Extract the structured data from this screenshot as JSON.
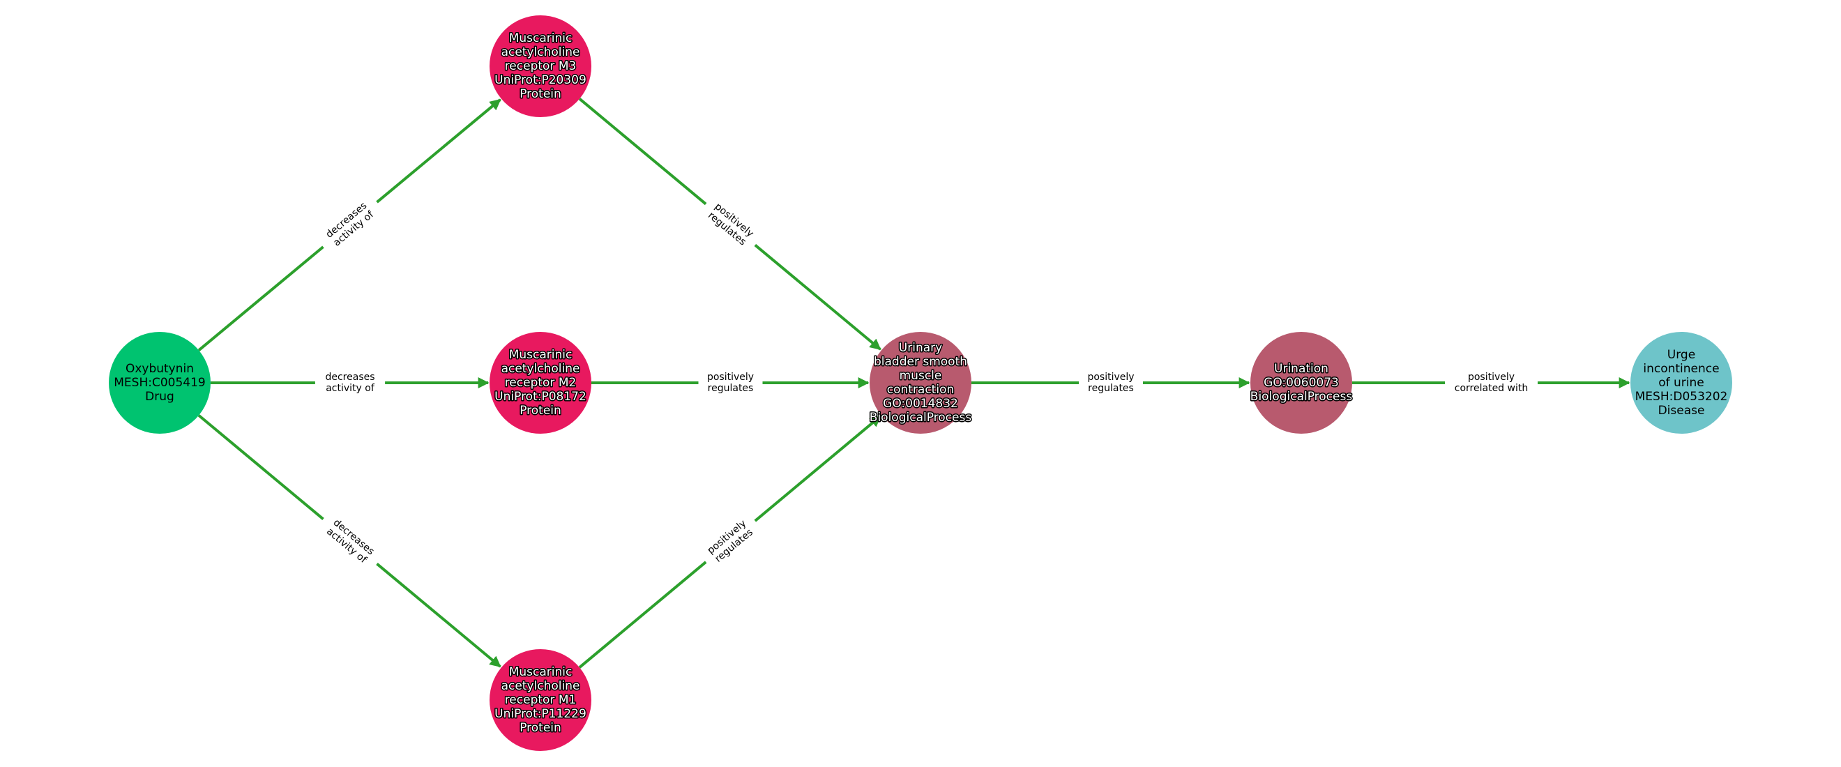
{
  "colors": {
    "edge": "#2ca02c",
    "Drug": "#00c370",
    "Protein": "#e8195f",
    "BiologicalProcess": "#b85a6e",
    "Disease": "#6ec4c9"
  },
  "nodes": [
    {
      "id": "oxy",
      "type": "Drug",
      "lines": [
        "Oxybutynin",
        "MESH:C005419",
        "Drug"
      ]
    },
    {
      "id": "m3",
      "type": "Protein",
      "lines": [
        "Muscarinic",
        "acetylcholine",
        "receptor M3",
        "UniProt:P20309",
        "Protein"
      ]
    },
    {
      "id": "m2",
      "type": "Protein",
      "lines": [
        "Muscarinic",
        "acetylcholine",
        "receptor M2",
        "UniProt:P08172",
        "Protein"
      ]
    },
    {
      "id": "m1",
      "type": "Protein",
      "lines": [
        "Muscarinic",
        "acetylcholine",
        "receptor M1",
        "UniProt:P11229",
        "Protein"
      ]
    },
    {
      "id": "ubsmc",
      "type": "BiologicalProcess",
      "lines": [
        "Urinary",
        "bladder smooth",
        "muscle",
        "contraction",
        "GO:0014832",
        "BiologicalProcess"
      ]
    },
    {
      "id": "urination",
      "type": "BiologicalProcess",
      "lines": [
        "Urination",
        "GO:0060073",
        "BiologicalProcess"
      ]
    },
    {
      "id": "urge",
      "type": "Disease",
      "lines": [
        "Urge",
        "incontinence",
        "of urine",
        "MESH:D053202",
        "Disease"
      ]
    }
  ],
  "edges": [
    {
      "source": "oxy",
      "target": "m3",
      "lines": [
        "decreases",
        "activity of"
      ]
    },
    {
      "source": "oxy",
      "target": "m2",
      "lines": [
        "decreases",
        "activity of"
      ]
    },
    {
      "source": "oxy",
      "target": "m1",
      "lines": [
        "decreases",
        "activity of"
      ]
    },
    {
      "source": "m3",
      "target": "ubsmc",
      "lines": [
        "positively",
        "regulates"
      ]
    },
    {
      "source": "m2",
      "target": "ubsmc",
      "lines": [
        "positively",
        "regulates"
      ]
    },
    {
      "source": "m1",
      "target": "ubsmc",
      "lines": [
        "positively",
        "regulates"
      ]
    },
    {
      "source": "ubsmc",
      "target": "urination",
      "lines": [
        "positively",
        "regulates"
      ]
    },
    {
      "source": "urination",
      "target": "urge",
      "lines": [
        "positively",
        "correlated with"
      ]
    }
  ]
}
